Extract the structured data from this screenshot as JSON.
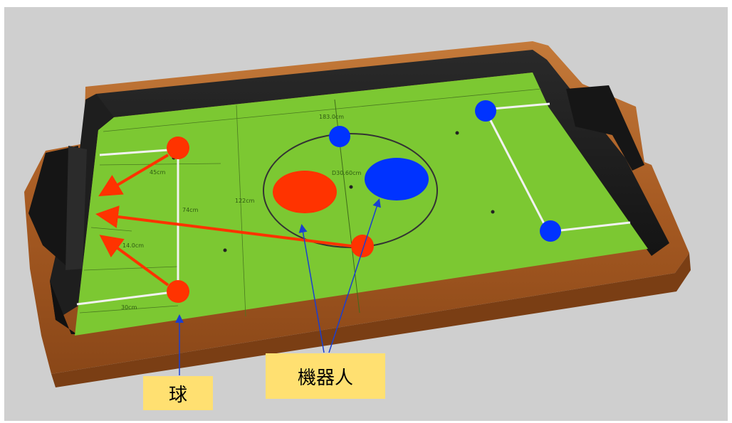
{
  "labels": {
    "ball": "球",
    "robot": "機器人"
  },
  "field_dimensions": {
    "length": "183.0cm",
    "width": "122cm",
    "center_circle": "D30.60cm",
    "goal_area_depth": "45cm",
    "goal_area_width": "74cm",
    "penalty_mark": "14.0cm",
    "corner_offset": "30cm"
  },
  "colors": {
    "team_red": "#ff3300",
    "team_blue": "#0033ff",
    "turf": "#7cc832",
    "wall": "#1c1c1c",
    "wood": "#a85a24",
    "callout": "#ffe071",
    "pointer": "#1a3fd0"
  }
}
